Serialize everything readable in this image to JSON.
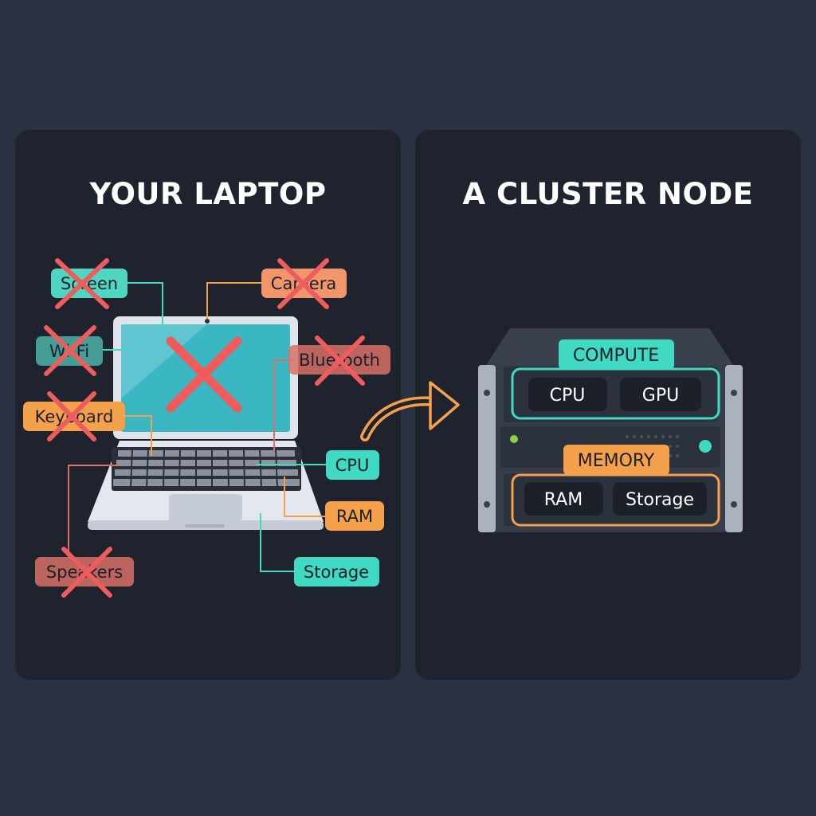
{
  "left_panel": {
    "title": "YOUR LAPTOP",
    "removed_components": [
      "Screen",
      "Camera",
      "Wi-Fi",
      "Bluetooth",
      "Keyboard",
      "Speakers"
    ],
    "kept_components": [
      "CPU",
      "RAM",
      "Storage"
    ]
  },
  "right_panel": {
    "title": "A CLUSTER NODE",
    "compute": {
      "label": "COMPUTE",
      "items": [
        "CPU",
        "GPU"
      ]
    },
    "memory": {
      "label": "MEMORY",
      "items": [
        "RAM",
        "Storage"
      ]
    }
  },
  "colors": {
    "background": "#2a3241",
    "panel": "#1e232e",
    "teal": "#3fd9c4",
    "orange": "#f5a04a",
    "salmon": "#d97068",
    "red_x": "#f05a5a"
  }
}
